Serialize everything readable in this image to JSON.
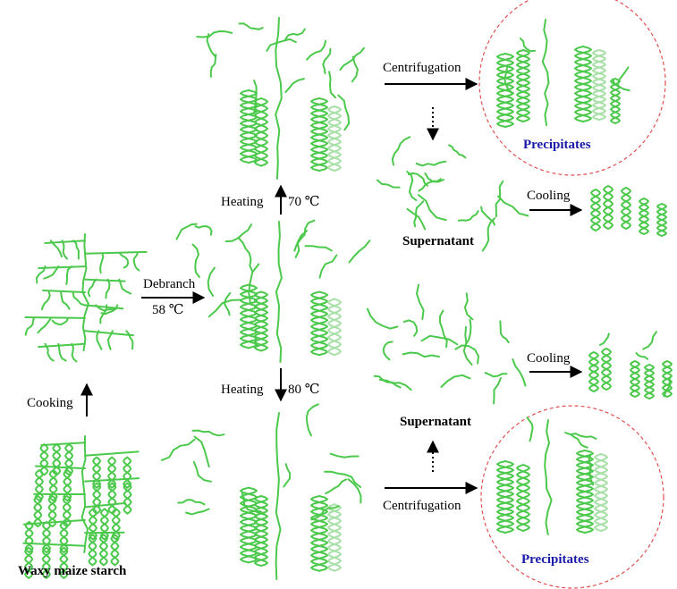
{
  "labels": {
    "waxy_maize_starch": "Waxy maize starch",
    "cooking": "Cooking",
    "debranch": "Debranch",
    "debranch_temp": "58 ℃",
    "heating_top": "Heating",
    "heating_top_temp": "70 ℃",
    "heating_bottom": "Heating",
    "heating_bottom_temp": "80 ℃",
    "centrifugation_top": "Centrifugation",
    "centrifugation_bottom": "Centrifugation",
    "precipitates_top": "Precipitates",
    "precipitates_bottom": "Precipitates",
    "supernatant_top": "Supernatant",
    "supernatant_bottom": "Supernatant",
    "cooling_top": "Cooling",
    "cooling_bottom": "Cooling"
  },
  "colors": {
    "chain": "#4cc94c",
    "chain_faint": "#a8e0a8",
    "circle": "#e05050",
    "precipitate_text": "#1a1aa8",
    "arrow": "#000000"
  }
}
